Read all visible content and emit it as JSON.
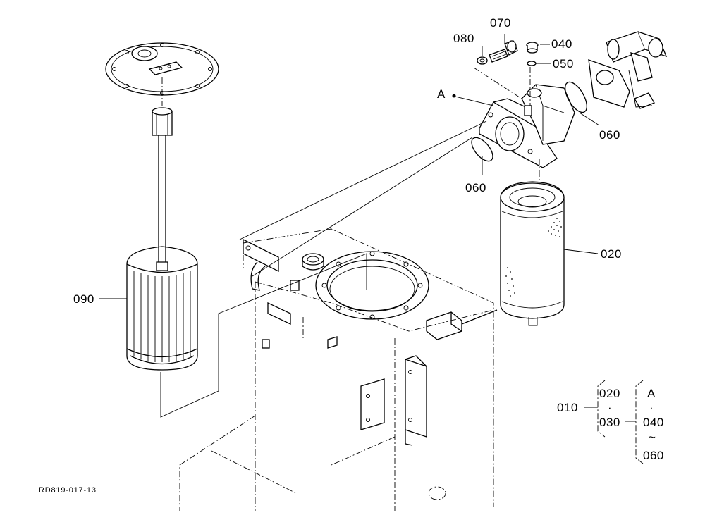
{
  "parts": {
    "p010": "010",
    "p020": "020",
    "p030": "030",
    "p040": "040",
    "p050": "050",
    "p060_upper": "060",
    "p060_lower": "060",
    "p070": "070",
    "p080": "080",
    "p090": "090"
  },
  "reference": {
    "point_a": "A",
    "legend_a": "A"
  },
  "legend": {
    "set_label": "010",
    "group1_top": "020",
    "group1_bottom": "030",
    "group2_mid": "040",
    "group2_bottom": "060",
    "dot": "·",
    "range": "~"
  },
  "drawing_code": "RD819-017-13"
}
